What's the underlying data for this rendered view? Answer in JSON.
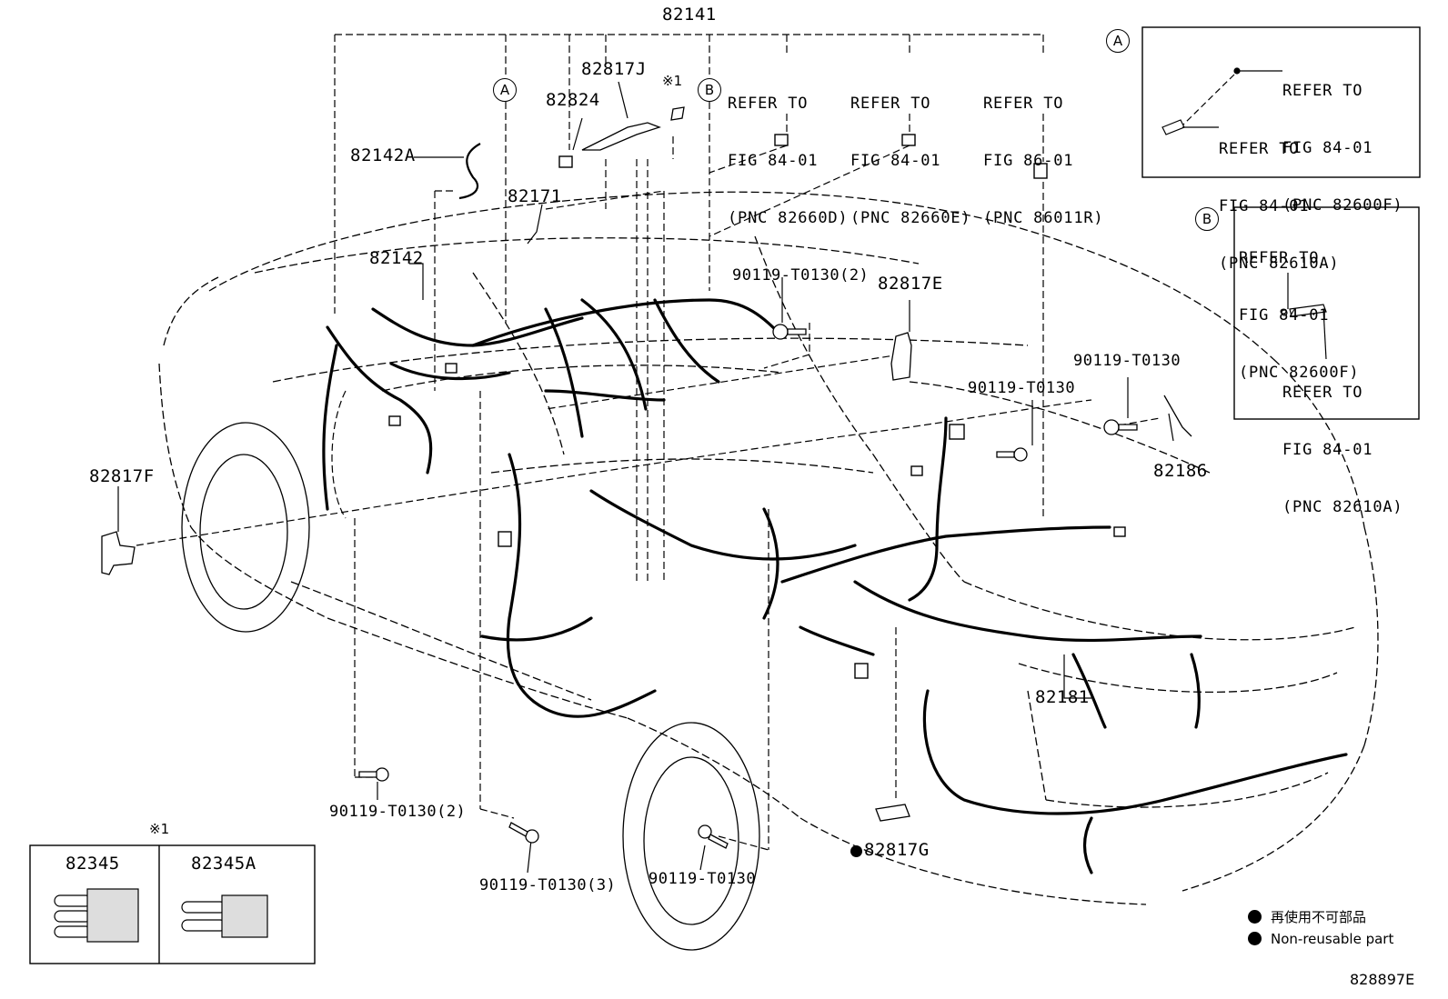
{
  "figure_id": "828897E",
  "parts": {
    "p82141": "82141",
    "p82817J": "82817J",
    "p82824": "82824",
    "p82142A": "82142A",
    "p82171": "82171",
    "p82142": "82142",
    "p82817E": "82817E",
    "p82817F": "82817F",
    "p82186": "82186",
    "p82181": "82181",
    "p82817G": "82817G",
    "bolt_top": "90119-T0130(2)",
    "bolt_mid": "90119-T0130",
    "bolt_right": "90119-T0130",
    "bolt_left_bottom": "90119-T0130(2)",
    "bolt_center_bottom": "90119-T0130(3)",
    "bolt_wheel": "90119-T0130"
  },
  "marker_note": "※1",
  "callout_a": "A",
  "callout_b": "B",
  "refs": {
    "r1": [
      "REFER TO",
      "FIG 84-01",
      "(PNC 82660D)"
    ],
    "r2": [
      "REFER TO",
      "FIG 84-01",
      "(PNC 82660E)"
    ],
    "r3": [
      "REFER TO",
      "FIG 86-01",
      "(PNC 86011R)"
    ]
  },
  "inset_a": {
    "letter": "A",
    "ref1": [
      "REFER TO",
      "FIG 84-01",
      "(PNC 82600F)"
    ],
    "ref2": [
      "REFER TO",
      "FIG 84-01",
      "(PNC 82610A)"
    ]
  },
  "inset_b": {
    "letter": "B",
    "ref1": [
      "REFER TO",
      "FIG 84-01",
      "(PNC 82600F)"
    ],
    "ref2": [
      "REFER TO",
      "FIG 84-01",
      "(PNC 82610A)"
    ]
  },
  "fuse_box": {
    "note": "※1",
    "left": "82345",
    "right": "82345A"
  },
  "legend": {
    "jp": "再使用不可部品",
    "en": "Non-reusable part"
  }
}
